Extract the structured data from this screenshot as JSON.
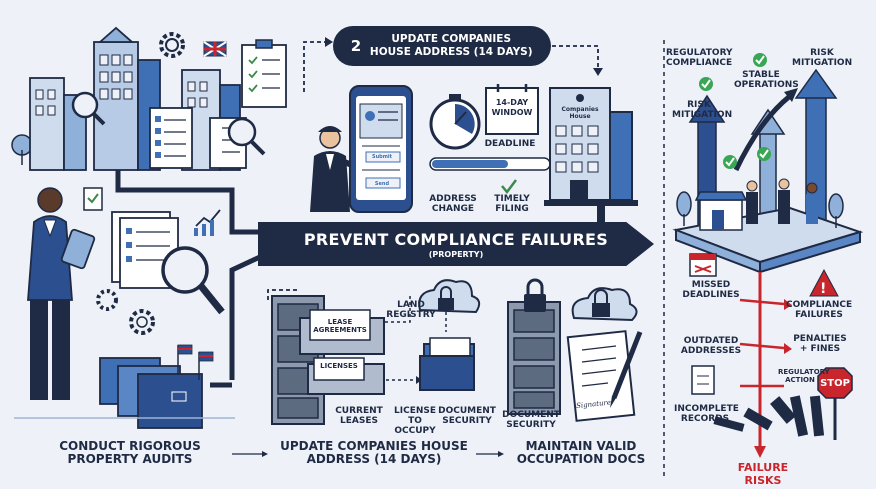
{
  "banner": {
    "title": "PREVENT COMPLIANCE FAILURES",
    "subtitle": "(PROPERTY)"
  },
  "top_pill": {
    "number": "2",
    "text": "UPDATE COMPANIES HOUSE ADDRESS (14 DAYS)"
  },
  "phone": {
    "submit": "Submit",
    "send": "Send"
  },
  "timer": {
    "window": "14-DAY WINDOW",
    "deadline": "DEADLINE"
  },
  "top_labels": {
    "address_change": "ADDRESS CHANGE",
    "timely_filing": "TIMELY FILING"
  },
  "building": {
    "name": "Companies House"
  },
  "right_top": {
    "regulatory_compliance": "REGULATORY COMPLIANCE",
    "stable_operations": "STABLE OPERATIONS",
    "risk_mitigation_top": "RISK MITIGATION",
    "risk_mitigation_mid": "RISK MITIGATION"
  },
  "files": {
    "lease_agreements": "LEASE AGREEMENTS",
    "licenses": "LICENSES",
    "land_registry": "LAND REGISTRY",
    "current_leases": "CURRENT LEASES",
    "license_to_occupy": "LICENSE TO OCCUPY",
    "document_security_a": "DOCUMENT SECURITY",
    "document_security_b": "DOCUMENT SECURITY",
    "signature": "Signature"
  },
  "risks": {
    "missed_deadlines": "MISSED DEADLINES",
    "compliance_failures": "COMPLIANCE FAILURES",
    "outdated_addresses": "OUTDATED ADDRESSES",
    "penalties_fines": "PENALTIES + FINES",
    "regulatory_action": "REGULATORY ACTION",
    "incomplete_records": "INCOMPLETE RECORDS",
    "stop": "STOP",
    "failure_risks": "FAILURE RISKS"
  },
  "bottom": {
    "step1": "CONDUCT RIGOROUS PROPERTY AUDITS",
    "step2": "UPDATE COMPANIES HOUSE ADDRESS (14 DAYS)",
    "step3": "MAINTAIN VALID OCCUPATION DOCS"
  },
  "colors": {
    "navy": "#1f2a44",
    "accent_blue": "#3f6fb5",
    "light_blue": "#cfdcee",
    "green": "#3aa655",
    "red": "#c8262c",
    "background": "#eef2f8"
  }
}
